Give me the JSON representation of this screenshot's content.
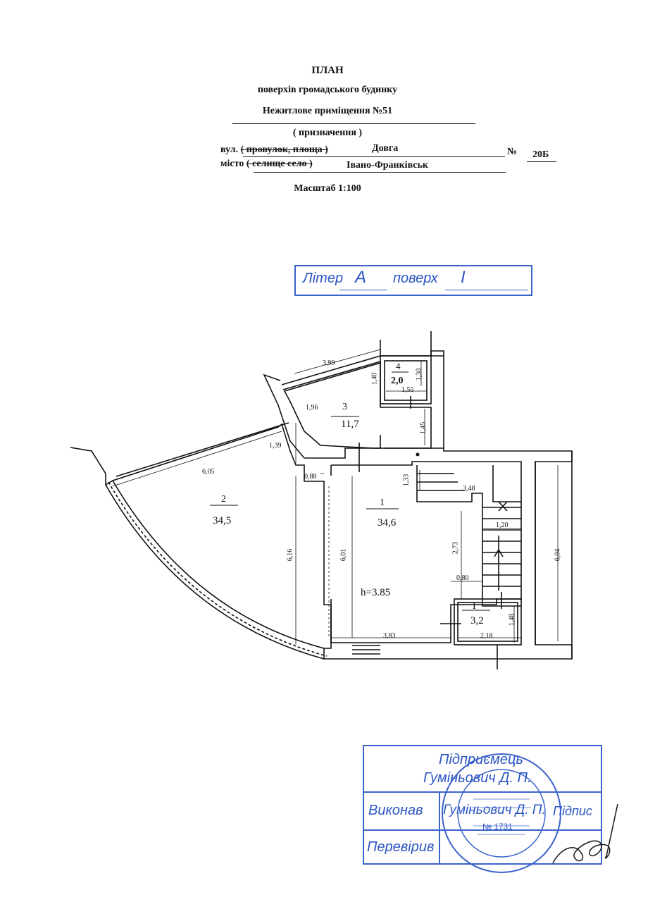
{
  "header": {
    "title": "ПЛАН",
    "subtitle": "поверхів громадського будинку",
    "premise": "Нежитлове приміщення  №51",
    "purpose": "( призначення )",
    "street_prefix": "вул.",
    "street_struck": "( провулок, площа )",
    "street_name": "Довга",
    "number_sign": "№",
    "house_number": "20Б",
    "city_prefix": "місто",
    "city_struck": "( селище село )",
    "city_name": "Івано-Франківськ",
    "scale": "Масштаб 1:100"
  },
  "liter_stamp": {
    "liter_label": "Літер",
    "liter_value": "А",
    "floor_label": "поверх",
    "floor_value": "І"
  },
  "rooms": [
    {
      "number": "1",
      "area": "34,6"
    },
    {
      "number": "2",
      "area": "34,5"
    },
    {
      "number": "3",
      "area": "11,7"
    },
    {
      "number": "4",
      "area": "2,0"
    },
    {
      "number": "I",
      "area": "3,2"
    }
  ],
  "height_label": "h=3.85",
  "dimensions": {
    "d399": "3,99",
    "d140": "1,40",
    "d130": "1,30",
    "d155": "1,55",
    "d196": "1,96",
    "d145": "1,45",
    "d139": "1,39",
    "d605": "6,05",
    "d088": "0,88",
    "d133": "1,33",
    "d348": "3,48",
    "d120": "1,20",
    "d273": "2,73",
    "d616": "6,16",
    "d601": "6,01",
    "d604": "6,04",
    "d080": "0,80",
    "d148": "1,48",
    "d383": "3,83",
    "d218": "2,18"
  },
  "sign_stamp": {
    "enterprise_label": "Підприємець",
    "enterprise_name": "Гуміньович Д. П.",
    "executor_label": "Виконав",
    "executor_name": "Гуміньович Д. П.",
    "signature_label": "Підпис",
    "checker_label": "Перевірив"
  },
  "seal": {
    "certificate_number": "№ 1731"
  },
  "colors": {
    "stamp_blue": "#3b63cc",
    "ink": "#111111"
  }
}
